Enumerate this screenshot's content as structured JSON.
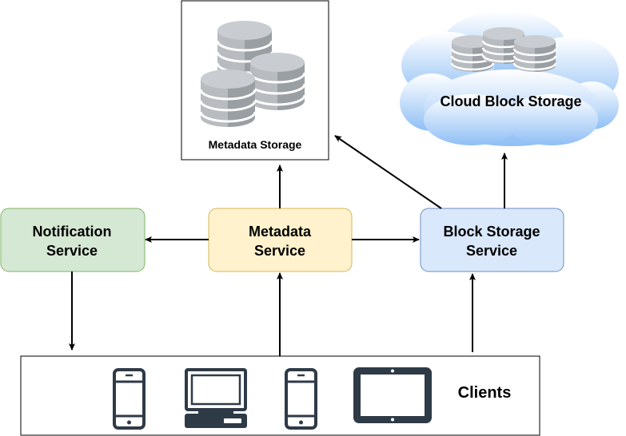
{
  "metadata_storage": {
    "label": "Metadata Storage"
  },
  "cloud_block_storage": {
    "label": "Cloud Block Storage"
  },
  "notification_service": {
    "line1": "Notification",
    "line2": "Service",
    "fill": "#d5e8d4",
    "stroke": "#82b366"
  },
  "metadata_service": {
    "line1": "Metadata",
    "line2": "Service",
    "fill": "#fff2cc",
    "stroke": "#d6b656"
  },
  "block_storage_service": {
    "line1": "Block Storage",
    "line2": "Service",
    "fill": "#dae8fc",
    "stroke": "#6c8ebf"
  },
  "clients": {
    "label": "Clients",
    "devices": [
      "mobile-phone-icon",
      "desktop-computer-icon",
      "mobile-phone-icon",
      "tablet-icon"
    ]
  },
  "colors": {
    "device": "#2f3a47",
    "database_light": "#b8bcc0",
    "database_dark": "#8e9398",
    "cloud_top": "#ffffff",
    "cloud_bottom": "#8fbff5"
  }
}
